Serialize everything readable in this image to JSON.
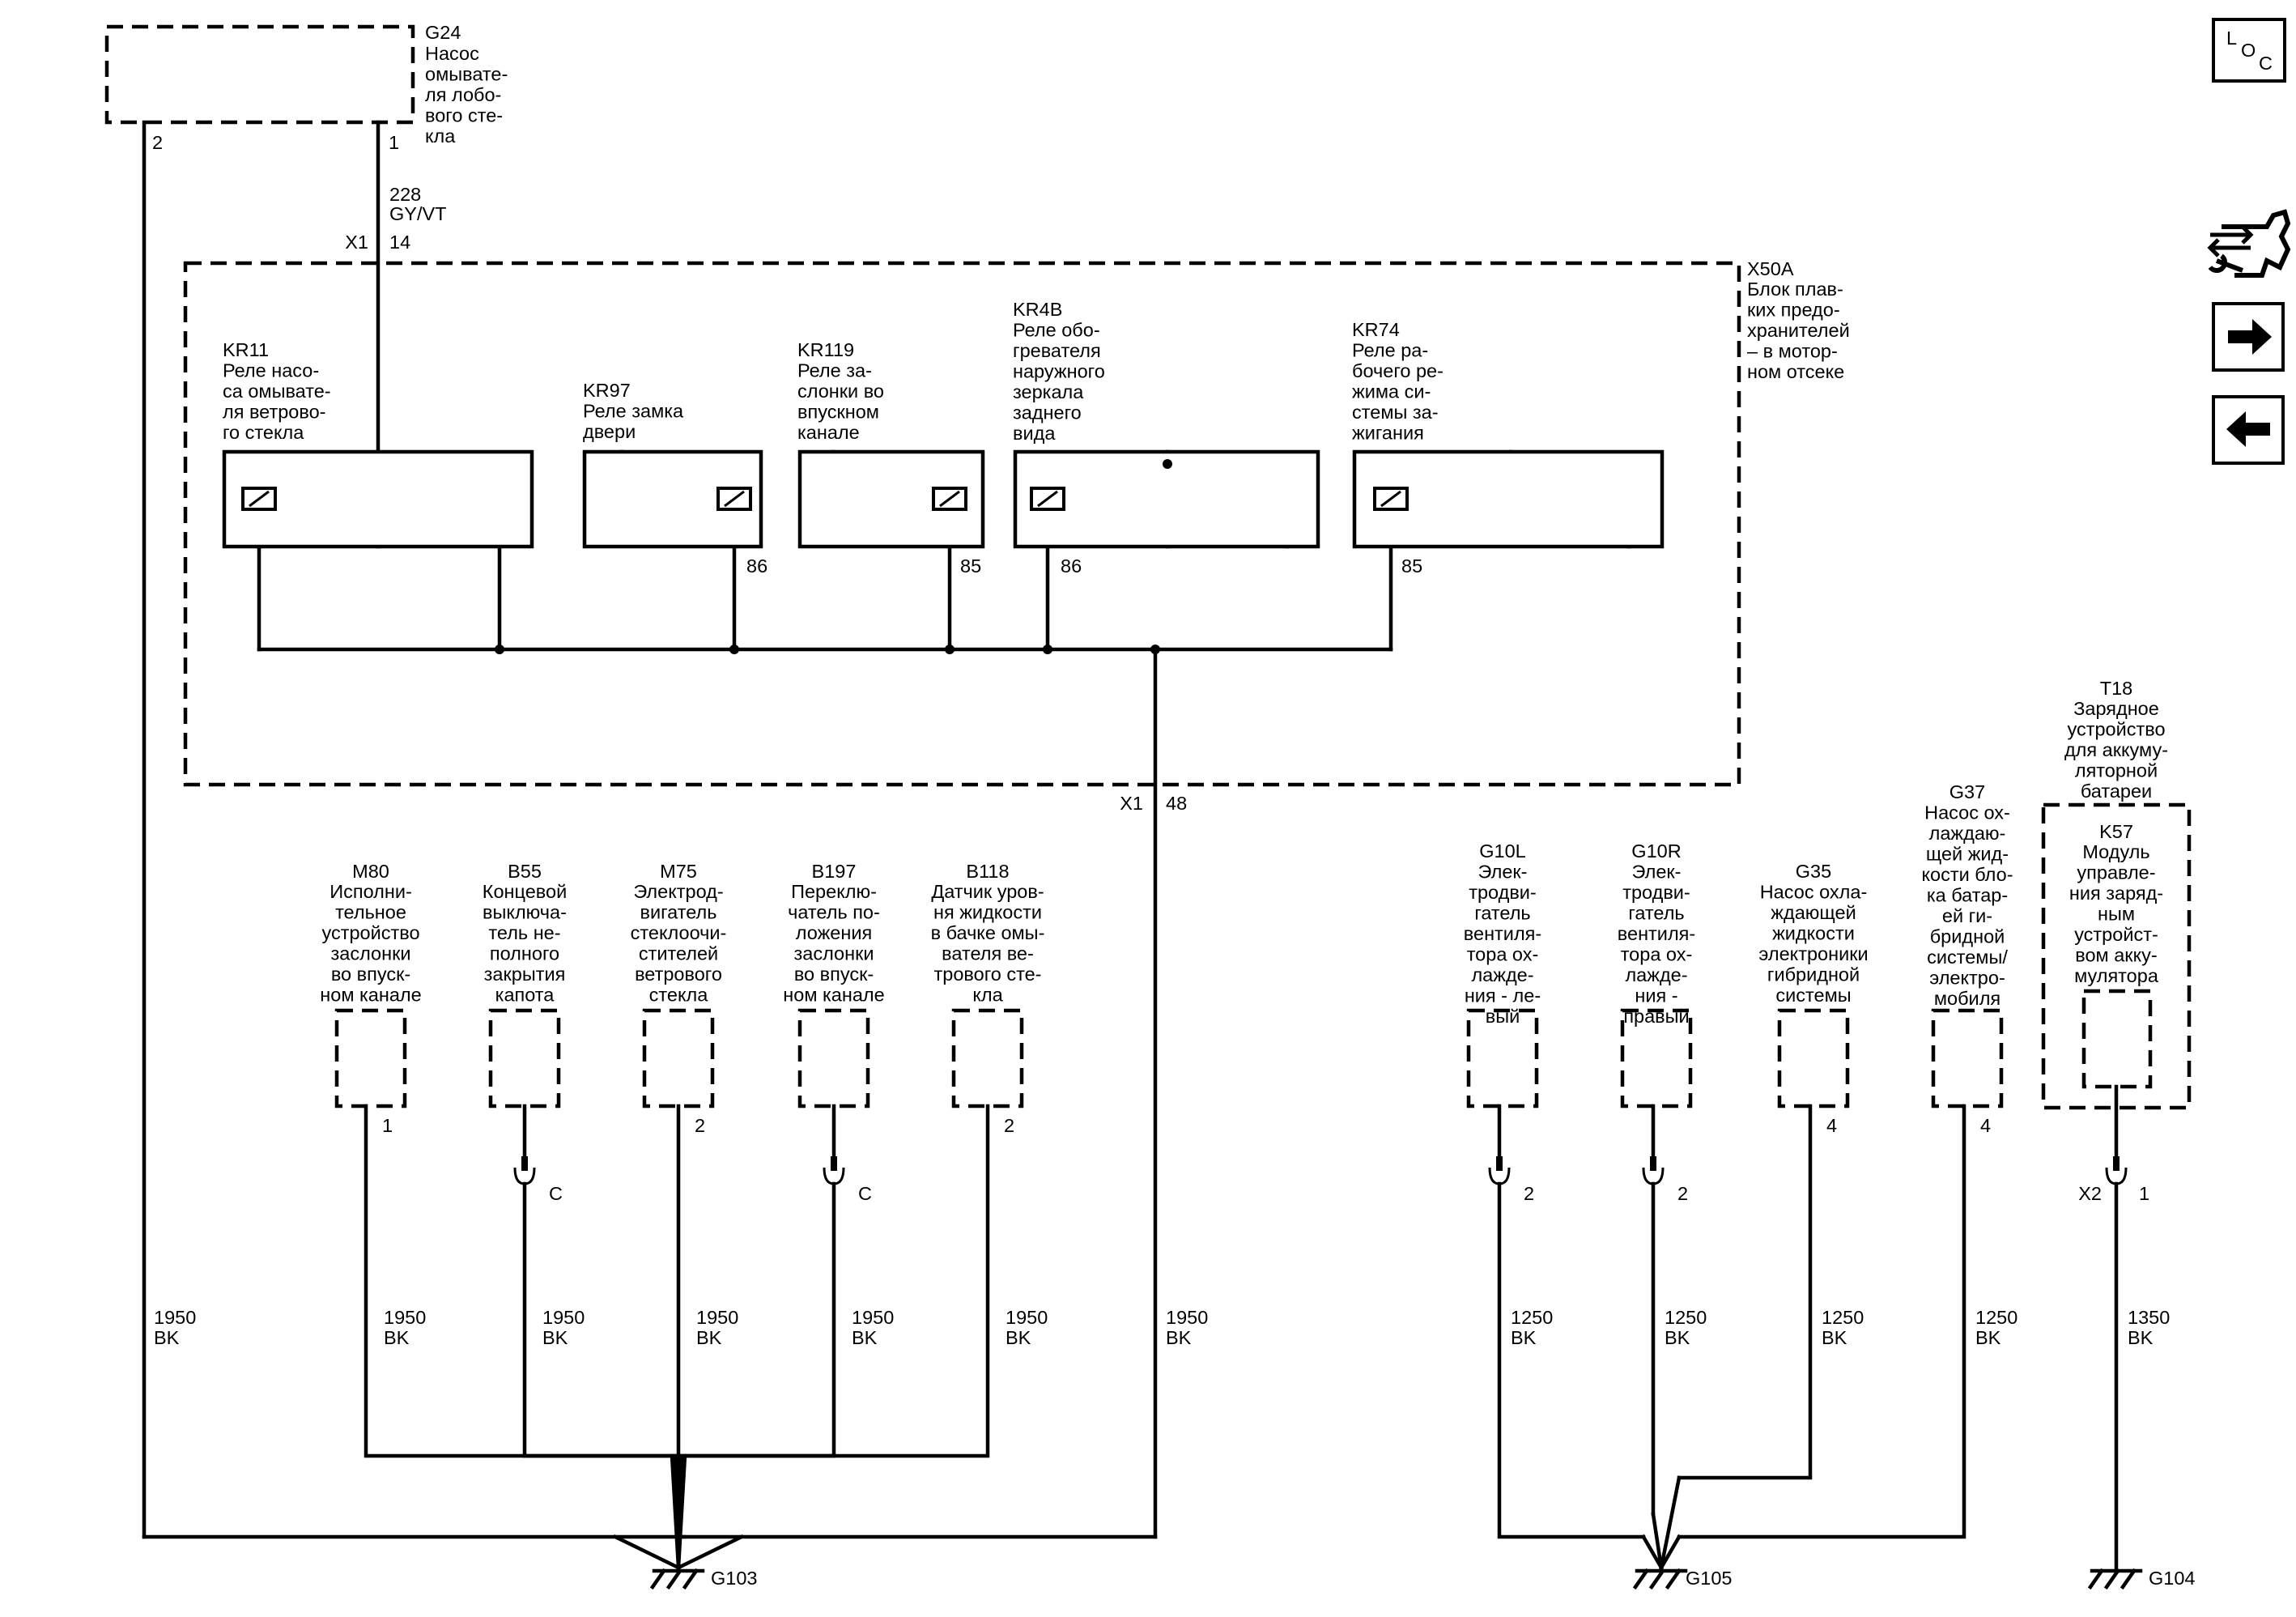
{
  "top_component": {
    "id": "G24",
    "desc": [
      "Насос",
      "омывате-",
      "ля лобо-",
      "вого сте-",
      "кла"
    ],
    "pins": [
      "2",
      "1"
    ]
  },
  "top_wire": {
    "circuit": "228",
    "color": "GY/VT",
    "connector": "X1",
    "pin": "14"
  },
  "fuse_block": {
    "id": "X50A",
    "desc": [
      "Блок плав-",
      "ких предо-",
      "хранителей",
      "– в мотор-",
      "ном отсеке"
    ],
    "bottom_connector": "X1",
    "bottom_pin": "48"
  },
  "relays": [
    {
      "id": "KR11",
      "desc": [
        "Реле насо-",
        "са омывате-",
        "ля ветрово-",
        "го стекла"
      ],
      "pin": ""
    },
    {
      "id": "KR97",
      "desc": [
        "Реле замка",
        "двери"
      ],
      "pin": "86"
    },
    {
      "id": "KR119",
      "desc": [
        "Реле за-",
        "слонки во",
        "впускном",
        "канале"
      ],
      "pin": "85"
    },
    {
      "id": "KR4B",
      "desc": [
        "Реле обо-",
        "гревателя",
        "наружного",
        "зеркала",
        "заднего",
        "вида"
      ],
      "pin": "86"
    },
    {
      "id": "KR74",
      "desc": [
        "Реле ра-",
        "бочего ре-",
        "жима си-",
        "стемы за-",
        "жигания"
      ],
      "pin": "85"
    }
  ],
  "left_ground_wire": {
    "circuit": "1950",
    "color": "BK"
  },
  "center_ground_wire": {
    "circuit": "1950",
    "color": "BK"
  },
  "components_g103": [
    {
      "id": "M80",
      "desc": [
        "Исполни-",
        "тельное",
        "устройство",
        "заслонки",
        "во впуск-",
        "ном канале"
      ],
      "pin": "1",
      "connector": false,
      "circuit": "1950",
      "color": "BK"
    },
    {
      "id": "B55",
      "desc": [
        "Концевой",
        "выключа-",
        "тель не-",
        "полного",
        "закрытия",
        "капота"
      ],
      "pin": "C",
      "connector": true,
      "circuit": "1950",
      "color": "BK"
    },
    {
      "id": "M75",
      "desc": [
        "Электрод-",
        "вигатель",
        "стеклоочи-",
        "стителей",
        "ветрового",
        "стекла"
      ],
      "pin": "2",
      "connector": false,
      "circuit": "1950",
      "color": "BK"
    },
    {
      "id": "B197",
      "desc": [
        "Переклю-",
        "чатель по-",
        "ложения",
        "заслонки",
        "во впуск-",
        "ном канале"
      ],
      "pin": "C",
      "connector": true,
      "circuit": "1950",
      "color": "BK"
    },
    {
      "id": "B118",
      "desc": [
        "Датчик уров-",
        "ня жидкости",
        "в бачке омы-",
        "вателя ве-",
        "трового сте-",
        "кла"
      ],
      "pin": "2",
      "connector": false,
      "circuit": "1950",
      "color": "BK"
    }
  ],
  "components_g105": [
    {
      "id": "G10L",
      "desc": [
        "Элек-",
        "тродви-",
        "гатель",
        "вентиля-",
        "тора ох-",
        "лажде-",
        "ния - ле-",
        "вый"
      ],
      "pin": "2",
      "connector": true,
      "circuit": "1250",
      "color": "BK"
    },
    {
      "id": "G10R",
      "desc": [
        "Элек-",
        "тродви-",
        "гатель",
        "вентиля-",
        "тора ох-",
        "лажде-",
        "ния -",
        "правый"
      ],
      "pin": "2",
      "connector": true,
      "circuit": "1250",
      "color": "BK"
    },
    {
      "id": "G35",
      "desc": [
        "Насос охла-",
        "ждающей",
        "жидкости",
        "электроники",
        "гибридной",
        "системы"
      ],
      "pin": "4",
      "connector": false,
      "circuit": "1250",
      "color": "BK"
    },
    {
      "id": "G37",
      "desc": [
        "Насос ох-",
        "лаждаю-",
        "щей жид-",
        "кости бло-",
        "ка батар-",
        "ей ги-",
        "бридной",
        "системы/",
        "электро-",
        "мобиля"
      ],
      "pin": "4",
      "connector": false,
      "circuit": "1250",
      "color": "BK"
    }
  ],
  "charger": {
    "id": "T18",
    "desc": [
      "Зарядное",
      "устройство",
      "для аккуму-",
      "ляторной",
      "батареи"
    ],
    "module_id": "K57",
    "module_desc": [
      "Модуль",
      "управле-",
      "ния заряд-",
      "ным",
      "устройст-",
      "вом акку-",
      "мулятора"
    ],
    "connector": "X2",
    "pin": "1",
    "circuit": "1350",
    "color": "BK"
  },
  "grounds": [
    "G103",
    "G105",
    "G104"
  ],
  "side_icons": {
    "loc": [
      "L",
      "O",
      "C"
    ],
    "names": [
      "loc-icon",
      "connector-view-icon",
      "next-arrow-icon",
      "prev-arrow-icon"
    ]
  }
}
